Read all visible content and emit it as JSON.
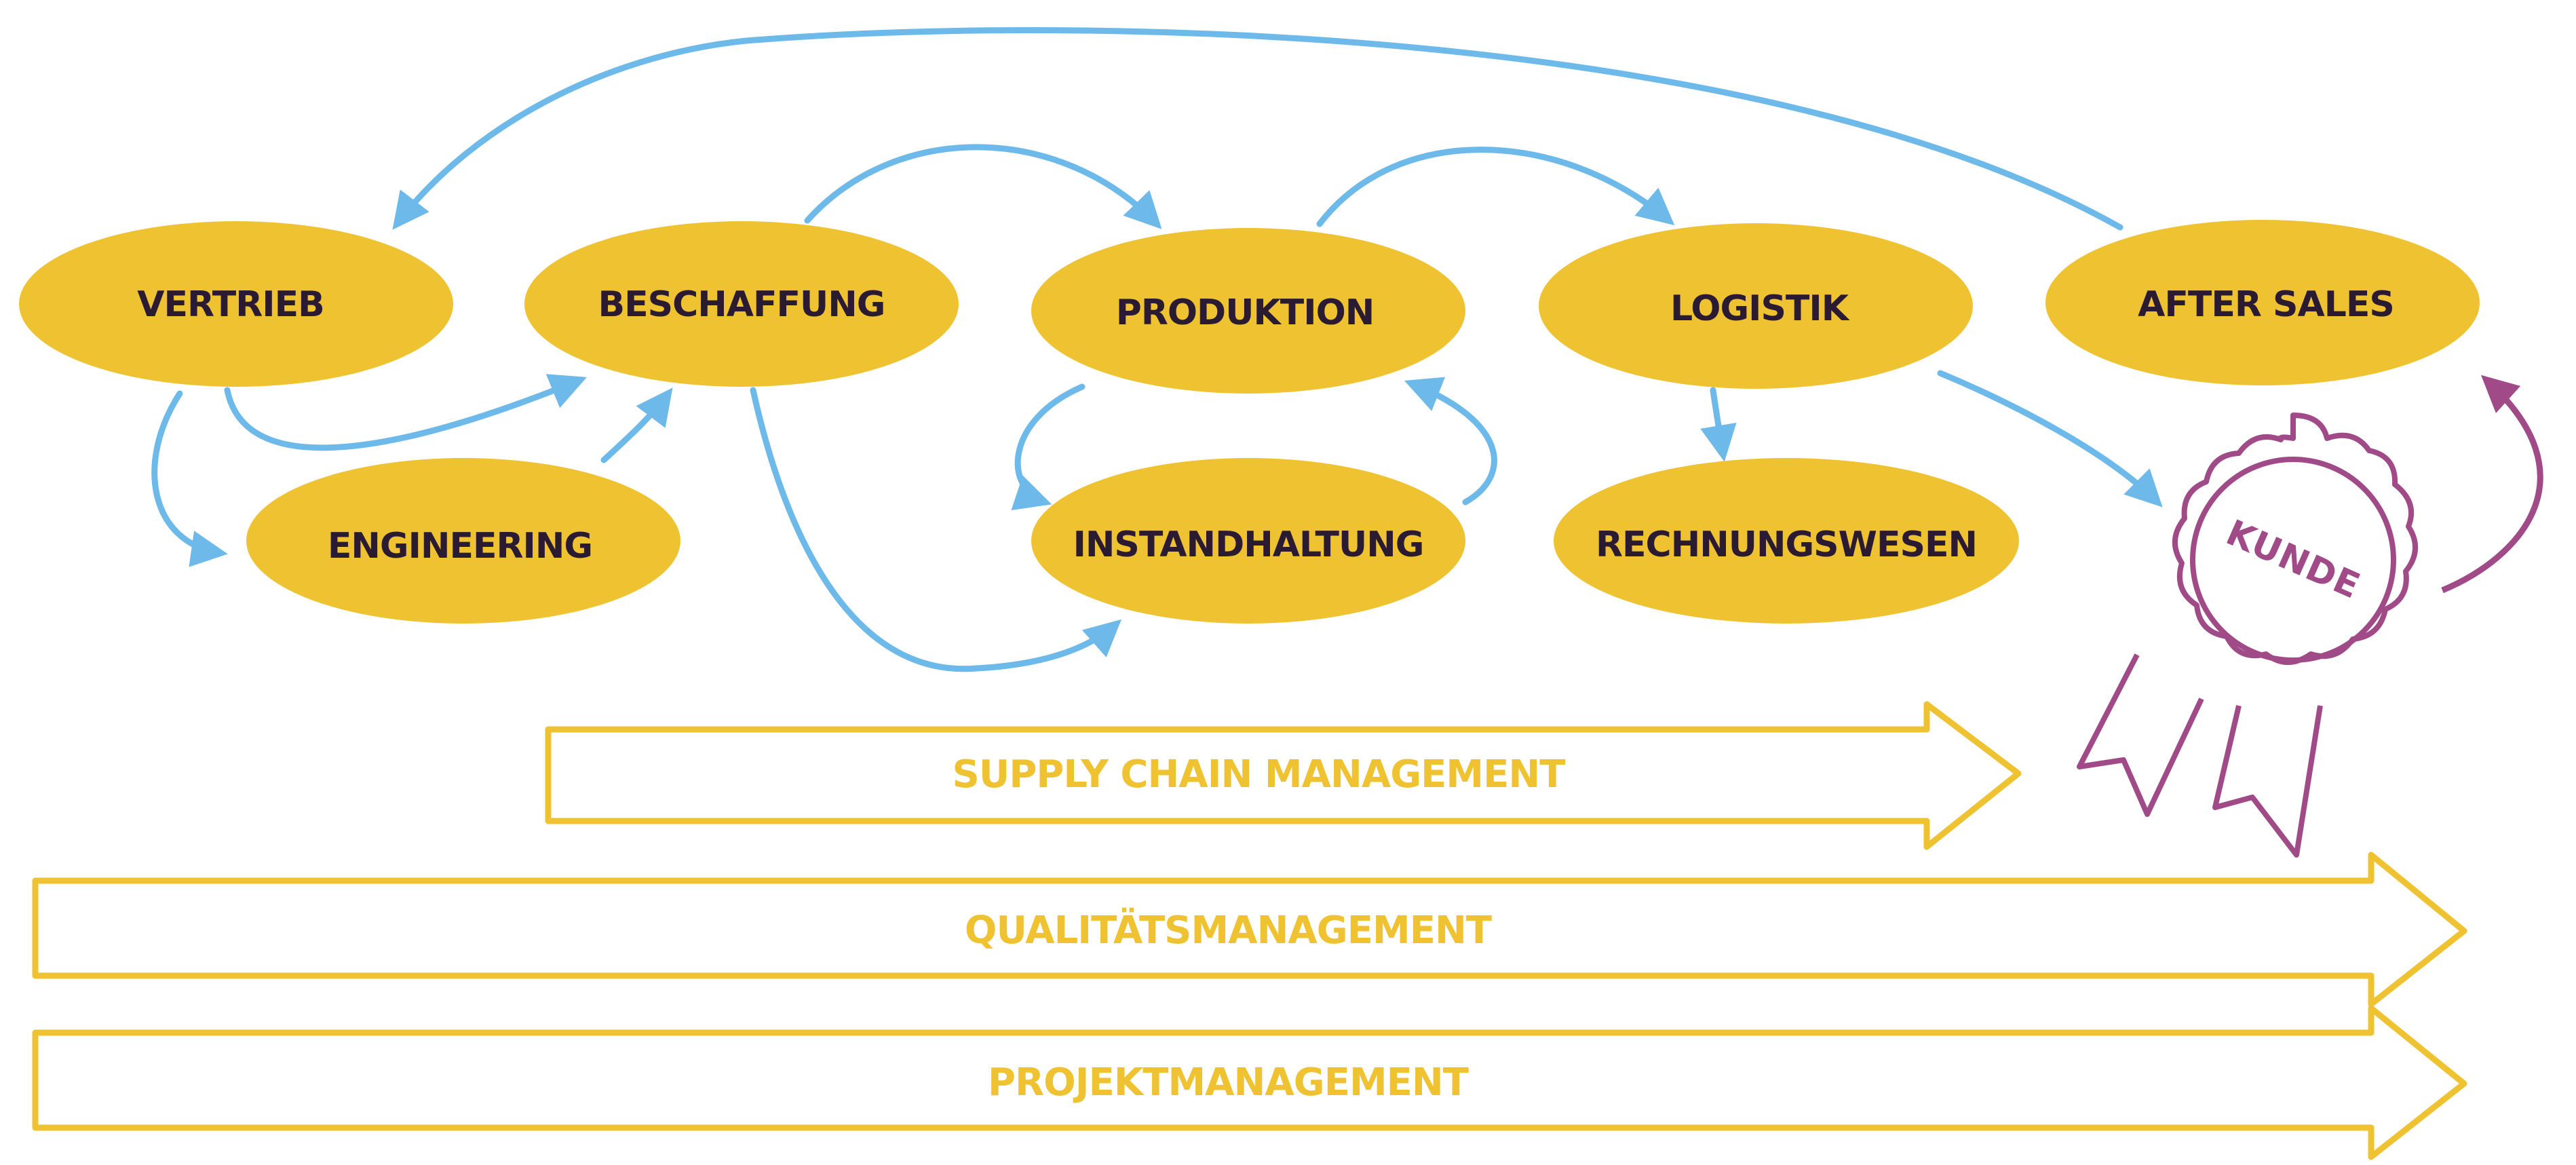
{
  "colors": {
    "node_fill": "#EFC232",
    "node_text": "#2A1B33",
    "flow_arrow": "#6DB9E9",
    "band": "#EFC232",
    "band_text": "#EFC232",
    "customer": "#A04B88"
  },
  "nodes": {
    "vertrieb": "VERTRIEB",
    "beschaffung": "BESCHAFFUNG",
    "produktion": "PRODUKTION",
    "logistik": "LOGISTIK",
    "after_sales": "AFTER SALES",
    "engineering": "ENGINEERING",
    "instandhaltung": "INSTANDHALTUNG",
    "rechnungswesen": "RECHNUNGSWESEN"
  },
  "customer": {
    "label": "KUNDE",
    "icon": "rosette-award-icon"
  },
  "bands": {
    "supply_chain": "SUPPLY CHAIN MANAGEMENT",
    "quality": "QUALITÄTSMANAGEMENT",
    "project": "PROJEKTMANAGEMENT"
  }
}
